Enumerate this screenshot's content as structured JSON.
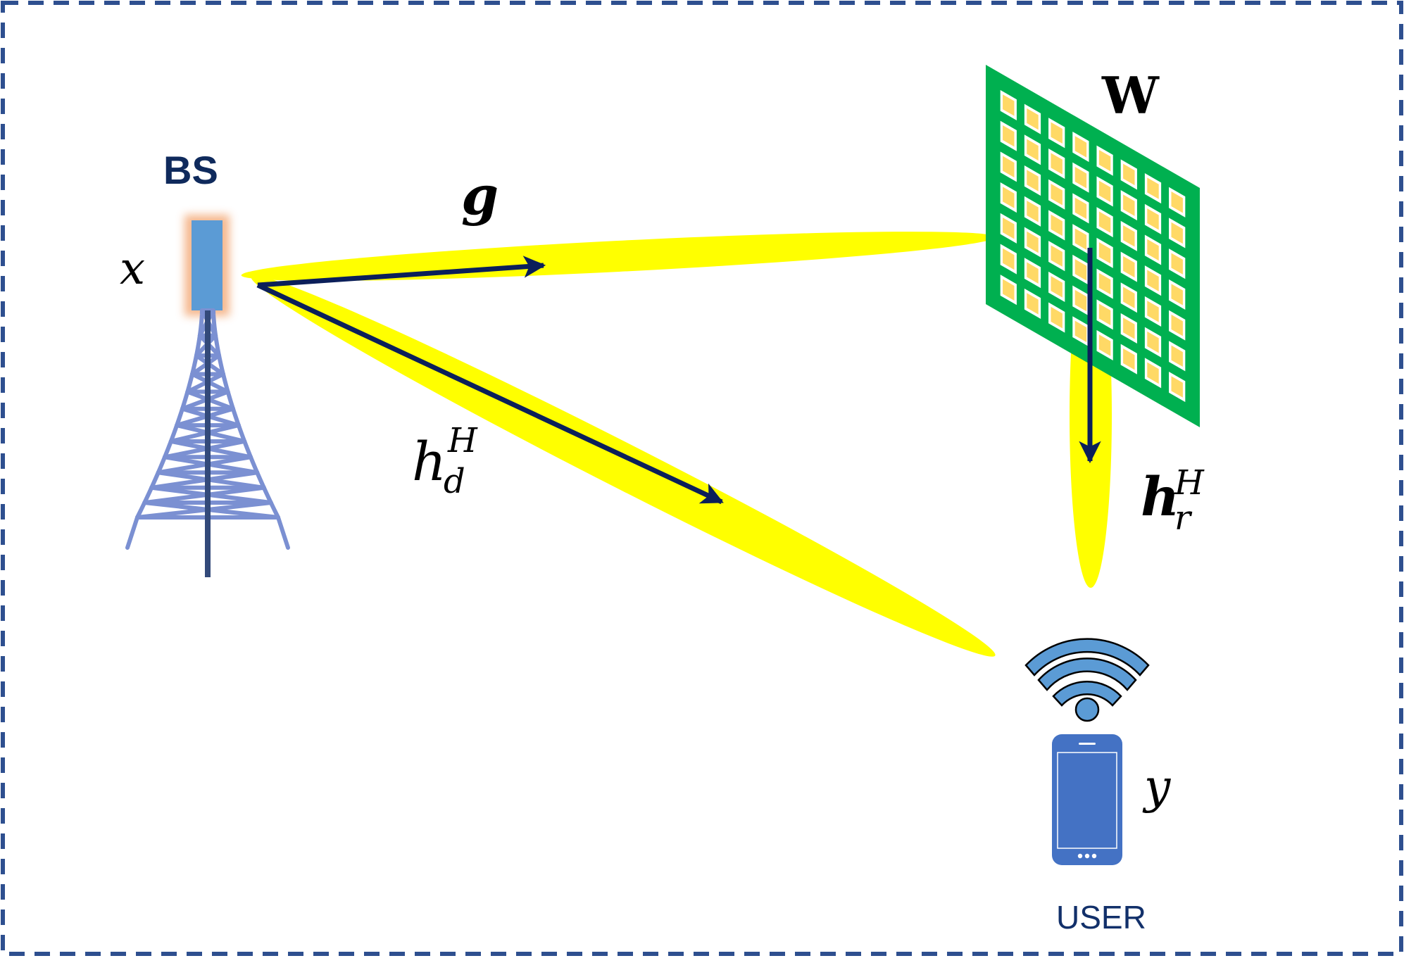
{
  "labels": {
    "bs": "BS",
    "user": "USER",
    "surface": "W",
    "tx_signal": "x",
    "rx_signal": "y",
    "channel_bs_surface": "g"
  },
  "channel_direct": {
    "base": "h",
    "sub": "d",
    "sup": "H"
  },
  "channel_surface_user": {
    "base": "h",
    "sub": "r",
    "sup": "H"
  },
  "colors": {
    "border": "#2e4f8f",
    "beam": "#ffff00",
    "arrow": "#0b1f5a",
    "tower": "#7b90d2",
    "tower_mast": "#334a7a",
    "antenna": "#5b9bd5",
    "antenna_glow": "#f4b183",
    "surface_frame": "#00b050",
    "surface_cell": "#ffd966",
    "phone": "#4472c4",
    "wifi": "#5b9bd5"
  },
  "icons": {
    "tower": "cell-tower-icon",
    "phone": "smartphone-icon",
    "wifi": "wifi-signal-icon",
    "surface": "reflecting-surface-icon"
  }
}
